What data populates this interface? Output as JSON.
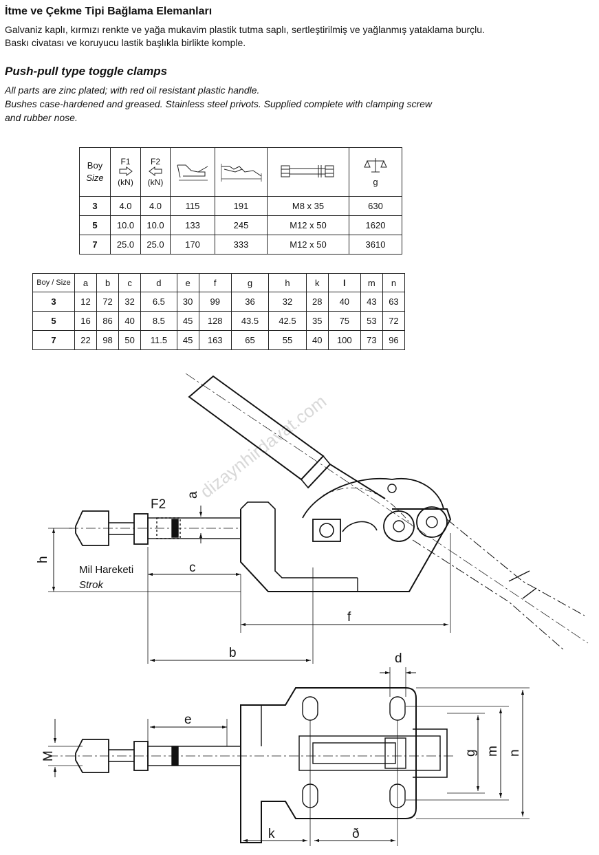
{
  "title_tr": "İtme ve Çekme Tipi Bağlama Elemanları",
  "desc_tr": [
    "Galvaniz kaplı, kırmızı renkte ve yağa mukavim plastik tutma saplı, sertleştirilmiş ve yağlanmış yataklama burçlu.",
    "Baskı civatası ve koruyucu lastik başlıkla birlikte komple."
  ],
  "title_en": "Push-pull type toggle clamps",
  "desc_en": [
    "All parts are zinc plated; with red oil resistant plastic handle.",
    "Bushes case-hardened  and greased. Stainless steel privots. Supplied complete with clamping screw",
    "and rubber nose."
  ],
  "table1": {
    "size_label": "Boy",
    "size_label_en": "Size",
    "f1": "F1",
    "f2": "F2",
    "kn": "(kN)",
    "weight_unit": "g",
    "rows": [
      [
        "3",
        "4.0",
        "4.0",
        "115",
        "191",
        "M8 x 35",
        "630"
      ],
      [
        "5",
        "10.0",
        "10.0",
        "133",
        "245",
        "M12 x 50",
        "1620"
      ],
      [
        "7",
        "25.0",
        "25.0",
        "170",
        "333",
        "M12 x 50",
        "3610"
      ]
    ]
  },
  "table2": {
    "headers": [
      "Boy / Size",
      "a",
      "b",
      "c",
      "d",
      "e",
      "f",
      "g",
      "h",
      "k",
      "l",
      "m",
      "n"
    ],
    "rows": [
      [
        "3",
        "12",
        "72",
        "32",
        "6.5",
        "30",
        "99",
        "36",
        "32",
        "28",
        "40",
        "43",
        "63"
      ],
      [
        "5",
        "16",
        "86",
        "40",
        "8.5",
        "45",
        "128",
        "43.5",
        "42.5",
        "35",
        "75",
        "53",
        "72"
      ],
      [
        "7",
        "22",
        "98",
        "50",
        "11.5",
        "45",
        "163",
        "65",
        "55",
        "40",
        "100",
        "73",
        "96"
      ]
    ]
  },
  "diagram": {
    "f2": "F2",
    "a": "a",
    "h": "h",
    "c": "c",
    "stroke_tr": "Mil Hareketi",
    "stroke_en": "Strok",
    "f": "f",
    "b": "b",
    "d": "d",
    "e": "e",
    "M": "M",
    "g": "g",
    "m": "m",
    "n": "n",
    "k": "k",
    "l": "ð",
    "watermark": "dizaynhirdavat.com"
  }
}
